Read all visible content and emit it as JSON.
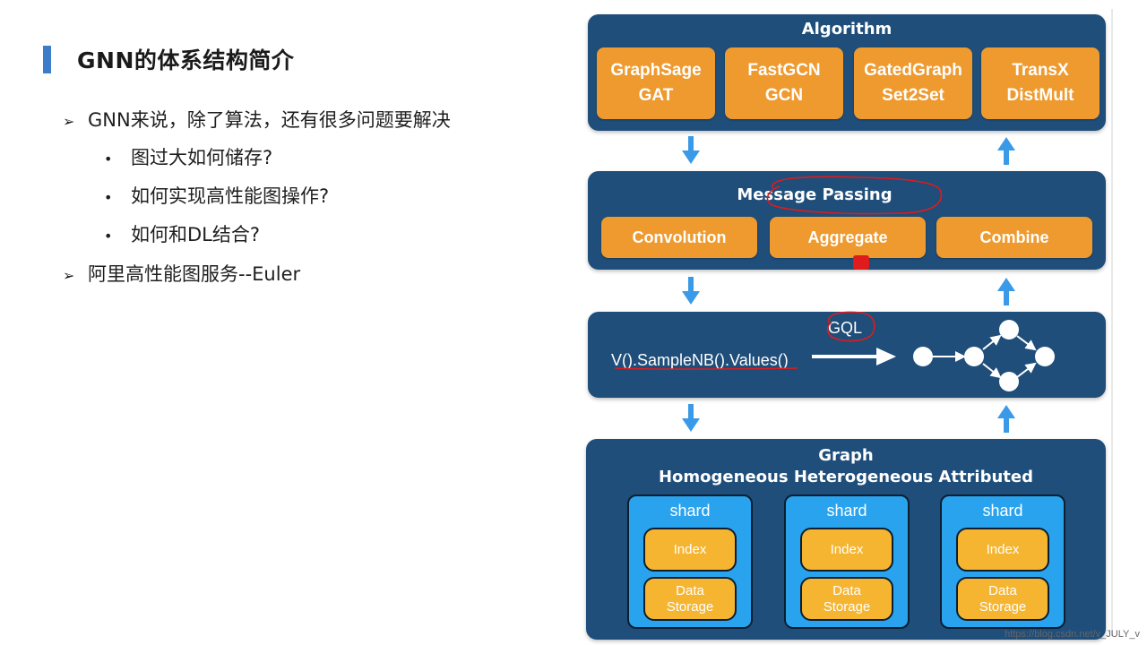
{
  "slide": {
    "title": "GNN的体系结构简介",
    "bullets": [
      {
        "text": "GNN来说，除了算法，还有很多问题要解决",
        "sub": [
          "图过大如何储存?",
          "如何实现高性能图操作?",
          "如何和DL结合?"
        ]
      },
      {
        "text": "阿里高性能图服务--Euler"
      }
    ]
  },
  "diagram": {
    "algorithm": {
      "title": "Algorithm",
      "boxes": [
        {
          "line1": "GraphSage",
          "line2": "GAT"
        },
        {
          "line1": "FastGCN",
          "line2": "GCN"
        },
        {
          "line1": "GatedGraph",
          "line2": "Set2Set"
        },
        {
          "line1": "TransX",
          "line2": "DistMult"
        }
      ]
    },
    "message_passing": {
      "title": "Message Passing",
      "boxes": [
        "Convolution",
        "Aggregate",
        "Combine"
      ]
    },
    "gql": {
      "label": "GQL",
      "query": "V().SampleNB().Values()"
    },
    "graph": {
      "title": "Graph",
      "subtitle": "Homogeneous Heterogeneous Attributed",
      "shards": [
        {
          "title": "shard",
          "index": "Index",
          "storage1": "Data",
          "storage2": "Storage"
        },
        {
          "title": "shard",
          "index": "Index",
          "storage1": "Data",
          "storage2": "Storage"
        },
        {
          "title": "shard",
          "index": "Index",
          "storage1": "Data",
          "storage2": "Storage"
        }
      ]
    }
  },
  "watermark": "https://blog.csdn.net/v_JULY_v",
  "colors": {
    "panel": "#1f4e7a",
    "orange": "#ee9a2f",
    "arrow": "#3a9ae8",
    "shard": "#29a3ee",
    "yellow": "#f5b531",
    "annotation": "#e01b1b"
  }
}
